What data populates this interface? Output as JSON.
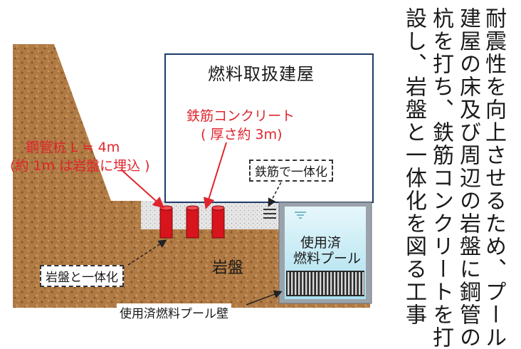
{
  "description_columns": [
    "耐震性を向上させるため、プール",
    "建屋の床及び周辺の岩盤に鋼管の",
    "杭を打ち、鉄筋コンクリートを打",
    "設し、岩盤と一体化を図る工事"
  ],
  "labels": {
    "building": "燃料取扱建屋",
    "concrete_line1": "鉄筋コンクリート",
    "concrete_line2": "( 厚さ約 3m)",
    "pile_line1": "鋼管杭 L ≒ 4m",
    "pile_line2": "(約 1m は岩盤に埋込 )",
    "rebar_note": "鉄筋で一体化",
    "pool_line1": "使用済",
    "pool_line2": "燃料プール",
    "bedrock": "岩盤",
    "bedrock_note": "岩盤と一体化",
    "pool_wall": "使用済燃料プール壁"
  },
  "colors": {
    "rock": "#b07a44",
    "rock_dark": "#8a5a2b",
    "accent_red": "#e0242c",
    "pile_red": "#d8141c",
    "pool_water": "#c8ecf5",
    "pool_frame": "#9aa3ab",
    "concrete": "#e6e6e6"
  }
}
